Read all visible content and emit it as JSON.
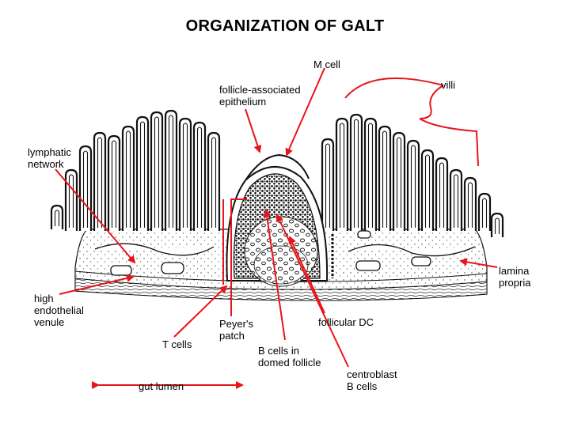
{
  "title": "ORGANIZATION OF GALT",
  "labels": {
    "m_cell": "M cell",
    "villi": "villi",
    "follicle_epithelium": [
      "follicle-associated",
      "epithelium"
    ],
    "lymphatic_network": [
      "lymphatic",
      "network"
    ],
    "lamina_propria": [
      "lamina",
      "propria"
    ],
    "hev": [
      "high",
      "endothelial",
      "venule"
    ],
    "t_cells": "T cells",
    "peyers_patch": [
      "Peyer's",
      "patch"
    ],
    "follicular_dc": "follicular DC",
    "b_cells_domed": [
      "B cells in",
      "domed follicle"
    ],
    "centroblast": [
      "centroblast",
      "B cells"
    ],
    "gut_lumen": "gut lumen"
  },
  "colors": {
    "arrow": "#e8141b",
    "ink": "#111111"
  }
}
